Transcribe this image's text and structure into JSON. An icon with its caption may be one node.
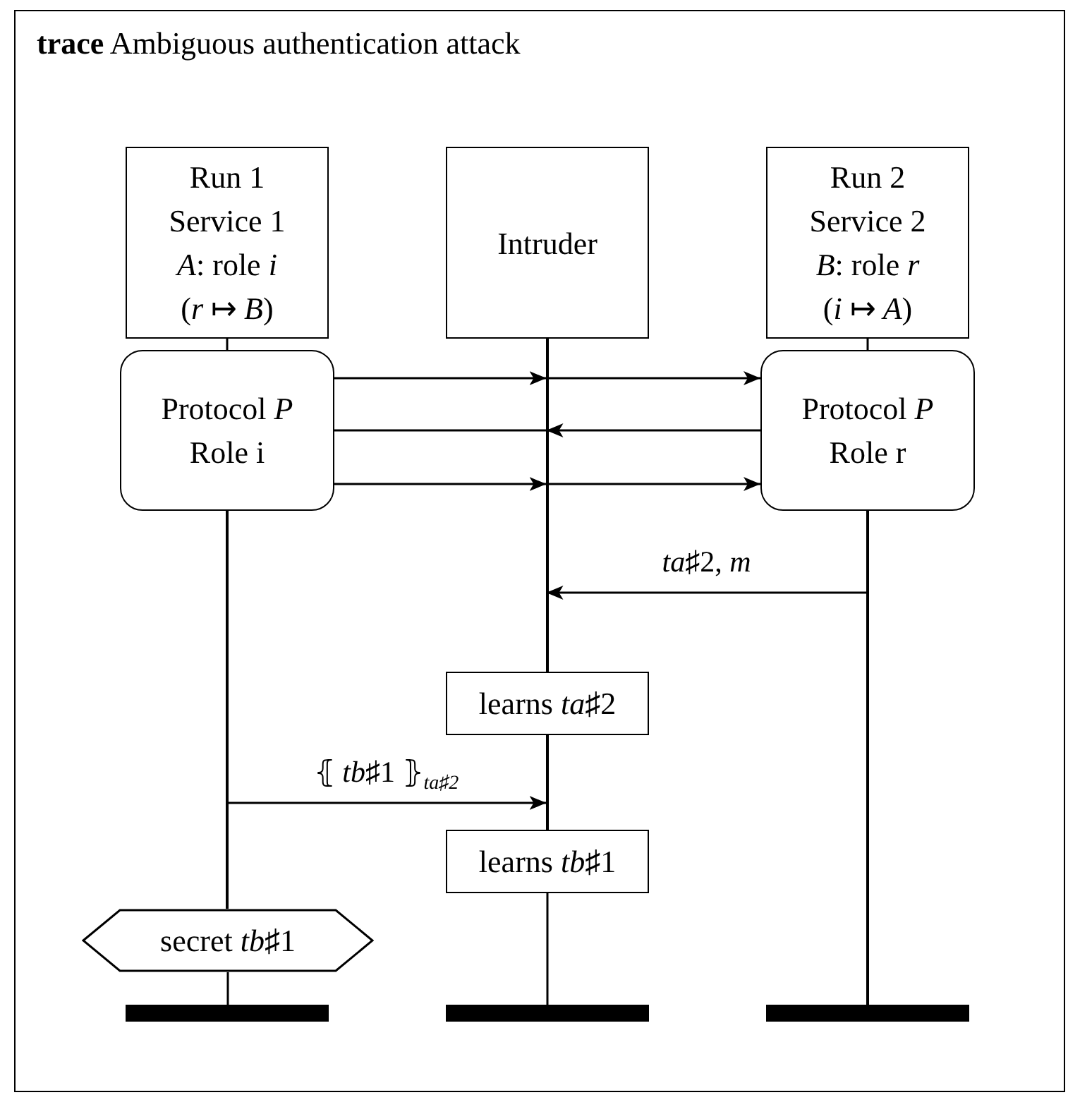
{
  "diagram": {
    "title": "**trace** Ambiguous authentication attack",
    "nodes": [
      {
        "text": [
          "Run 1",
          "Service 1",
          "*A*: role *i*",
          "(*r* ↦ *B*)"
        ]
      },
      {
        "text": [
          "Intruder"
        ]
      },
      {
        "text": [
          "Run 2",
          "Service 2",
          "*B*: role *r*",
          "(*i* ↦ *A*)"
        ]
      },
      {
        "text": [
          "Protocol *P*",
          "Role i"
        ]
      },
      {
        "text": [
          "Protocol *P*",
          "Role r"
        ]
      },
      {
        "text": [
          "learns *ta*♯2"
        ]
      },
      {
        "text": [
          "learns *tb*♯1"
        ]
      },
      {
        "text": [
          "secret *tb*♯1"
        ]
      },
      {
        "text": [],
        "shape": "bar"
      },
      {
        "text": [],
        "shape": "bar"
      },
      {
        "text": [],
        "shape": "bar"
      },
      {
        "text": [],
        "shape": "line"
      },
      {
        "text": [],
        "shape": "line"
      },
      {
        "text": [],
        "shape": "line"
      },
      {
        "text": [],
        "shape": "line"
      }
    ],
    "edges": [
      {
        "from": 0,
        "to": 3,
        "arrow": "none"
      },
      {
        "from": 2,
        "to": 4,
        "arrow": "none"
      },
      {
        "from": 3,
        "to": 12,
        "arrow": "to"
      },
      {
        "from": 12,
        "to": 4,
        "arrow": "to"
      },
      {
        "from": 4,
        "to": 12,
        "arrow": "to"
      },
      {
        "from": 12,
        "to": 3,
        "arrow": "to"
      },
      {
        "from": 3,
        "to": 12,
        "arrow": "to"
      },
      {
        "from": 12,
        "to": 4,
        "arrow": "to"
      },
      {
        "from": 14,
        "to": 12,
        "label": "*ta*♯2, *m*",
        "arrow": "to"
      },
      {
        "from": 11,
        "to": 13,
        "label": "⦃ *tb*♯1 ⦄$_{ta♯2}$",
        "arrow": "to"
      },
      {
        "from": 6,
        "to": 9,
        "arrow": "none"
      },
      {
        "from": 7,
        "to": 8,
        "arrow": "none"
      }
    ]
  }
}
